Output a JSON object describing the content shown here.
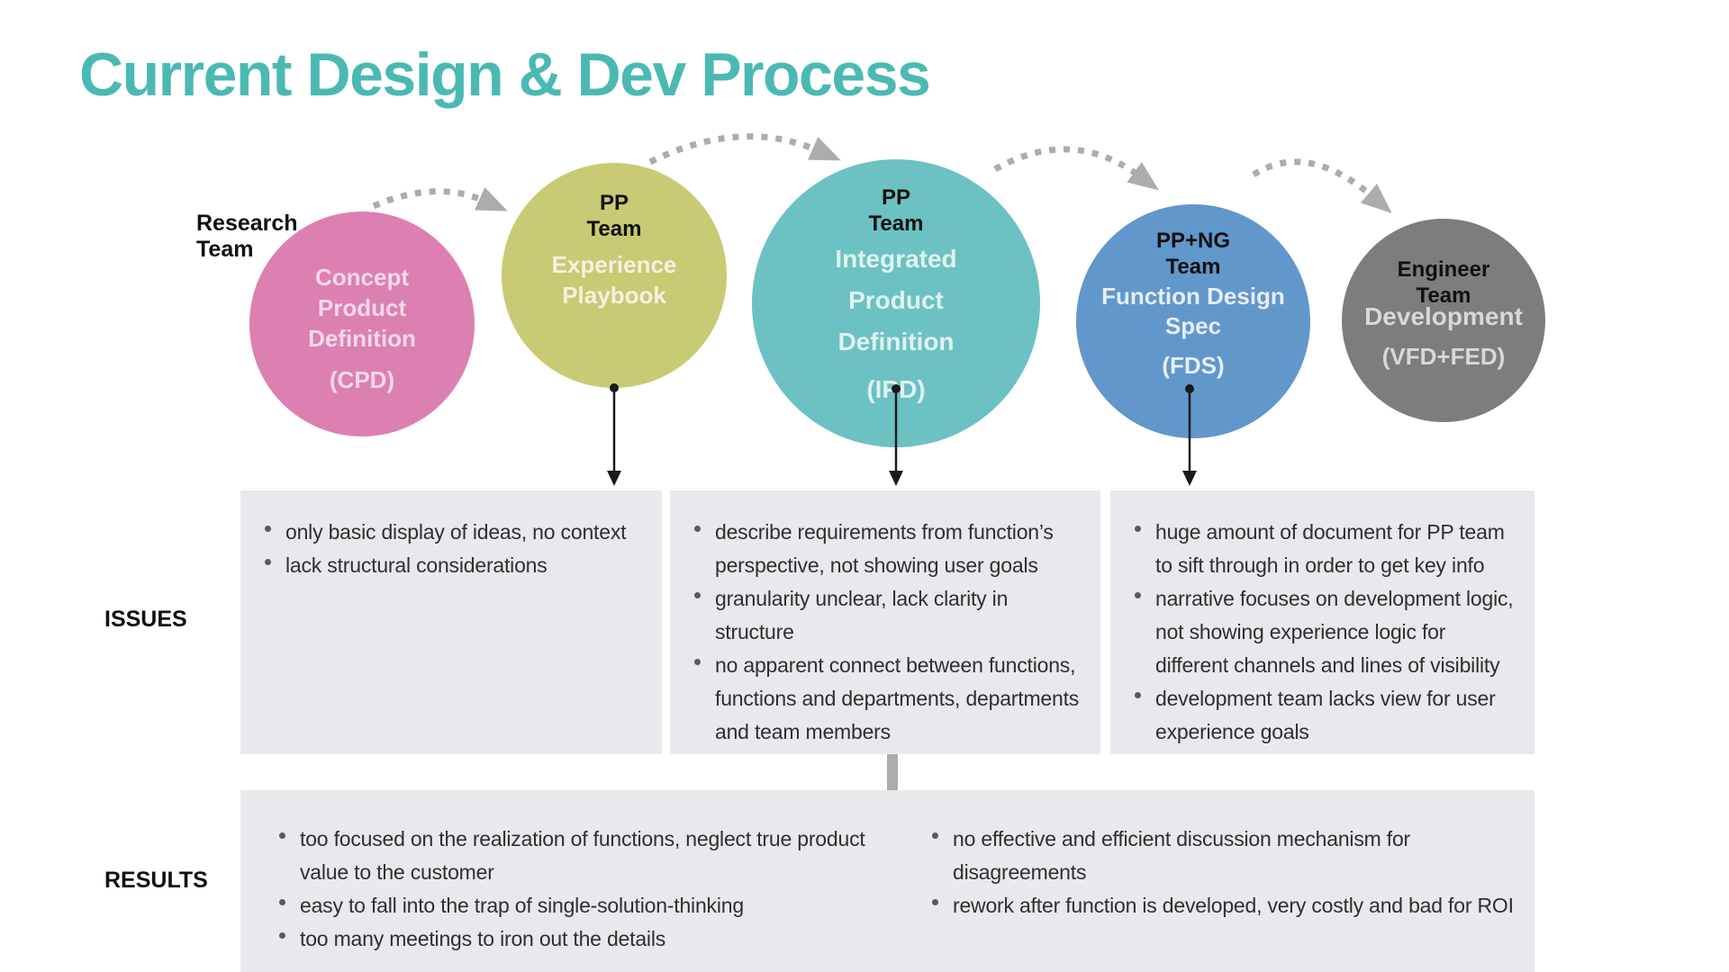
{
  "title": "Current Design & Dev Process",
  "research_team_label": "Research\nTeam",
  "stages": [
    {
      "doc": "Concept\nProduct\nDefinition",
      "abbr": "(CPD)"
    },
    {
      "team": "PP\nTeam",
      "doc": "Experience\nPlaybook"
    },
    {
      "team": "PP\nTeam",
      "doc": "Integrated\nProduct\nDefinition",
      "abbr": "(IPD)"
    },
    {
      "team": "PP+NG\nTeam",
      "doc": "Function Design\nSpec",
      "abbr": "(FDS)"
    },
    {
      "team": "Engineer\nTeam",
      "doc": "Development",
      "abbr": "(VFD+FED)"
    }
  ],
  "issues": {
    "label": "ISSUES",
    "boxes": [
      {
        "bullets": [
          "only basic display of ideas, no context",
          "lack structural considerations"
        ]
      },
      {
        "bullets": [
          "describe requirements from function’s perspective, not showing user goals",
          "granularity unclear, lack clarity in structure",
          "no apparent connect between functions, functions and departments, departments and team members"
        ]
      },
      {
        "bullets": [
          "huge amount of document for PP team to sift through in order to get key info",
          "narrative focuses on development logic, not showing experience logic for different channels and lines of visibility",
          "development team lacks view for user experience goals"
        ]
      }
    ]
  },
  "results": {
    "label": "RESULTS",
    "columns": [
      [
        "too focused on the realization of functions, neglect true product value to the customer",
        "easy to fall into the trap of single-solution-thinking",
        "too many meetings to iron out the details"
      ],
      [
        "no effective and efficient discussion mechanism for disagreements",
        "rework after function is developed, very costly and bad for ROI"
      ]
    ]
  },
  "colors": {
    "title-accent": "#4BB9B3",
    "circle-pink": "#DC80B1",
    "circle-pink-text": "#F3D9E8",
    "circle-yellow": "#C9CA74",
    "circle-yellow-text": "#F2F2E0",
    "circle-teal": "#6CC1C3",
    "circle-teal-text": "#DFF2F1",
    "circle-blue": "#6297CB",
    "circle-blue-text": "#E5EEF7",
    "circle-gray": "#7D7D7D",
    "circle-gray-text": "#D8D8D8",
    "box-bg": "#E9E9ED",
    "arrow-gray": "#ACACAC",
    "arrow-black": "#1A1A1A"
  }
}
